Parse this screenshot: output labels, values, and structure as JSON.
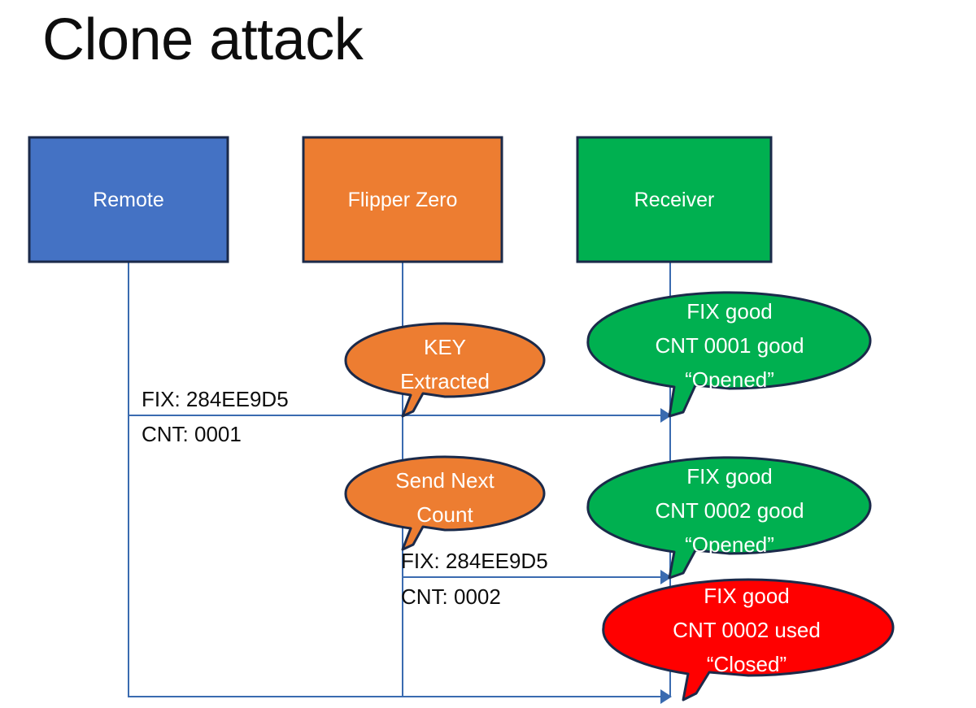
{
  "slide": {
    "title": "Clone attack",
    "background": "#ffffff"
  },
  "colors": {
    "blue": "#4472C4",
    "orange": "#ED7D31",
    "green": "#00B050",
    "red": "#FF0000",
    "outline": "#1b2a4a",
    "connector": "#3a6bb0",
    "text_light": "#ffffff",
    "text_dark": "#0d0d0d"
  },
  "lanes": [
    {
      "id": "remote",
      "label": "Remote",
      "color": "#4472C4"
    },
    {
      "id": "flipper",
      "label": "Flipper Zero",
      "color": "#ED7D31"
    },
    {
      "id": "receiver",
      "label": "Receiver",
      "color": "#00B050"
    }
  ],
  "callouts": [
    {
      "id": "key-extracted",
      "color": "#ED7D31",
      "lines": [
        "KEY",
        "Extracted"
      ]
    },
    {
      "id": "receiver-ack-1",
      "color": "#00B050",
      "lines": [
        "FIX good",
        "CNT 0001 good",
        "“Opened”"
      ]
    },
    {
      "id": "send-next-count",
      "color": "#ED7D31",
      "lines": [
        "Send Next",
        "Count"
      ]
    },
    {
      "id": "receiver-ack-2",
      "color": "#00B050",
      "lines": [
        "FIX good",
        "CNT 0002 good",
        "“Opened”"
      ]
    },
    {
      "id": "receiver-reject",
      "color": "#FF0000",
      "lines": [
        "FIX good",
        "CNT 0002 used",
        "“Closed”"
      ]
    }
  ],
  "messages": [
    {
      "id": "msg-1",
      "from": "remote",
      "to": "receiver",
      "line1": "FIX: 284EE9D5",
      "line2": "CNT: 0001"
    },
    {
      "id": "msg-2",
      "from": "flipper",
      "to": "receiver",
      "line1": "FIX: 284EE9D5",
      "line2": "CNT: 0002"
    },
    {
      "id": "msg-3",
      "from": "remote",
      "to": "receiver",
      "line1": "",
      "line2": ""
    }
  ]
}
